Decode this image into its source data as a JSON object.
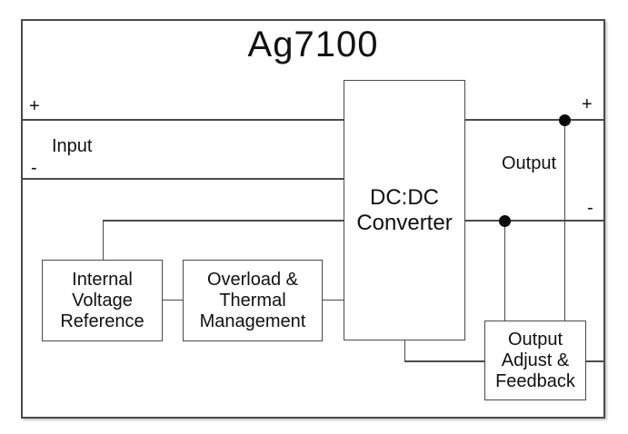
{
  "title": "Ag7100",
  "input": {
    "plus": "+",
    "minus": "-",
    "label": "Input"
  },
  "output": {
    "plus": "+",
    "minus": "-",
    "label": "Output"
  },
  "blocks": {
    "dcdc": {
      "lines": [
        "DC:DC",
        "Converter"
      ]
    },
    "ivr": {
      "lines": [
        "Internal",
        "Voltage",
        "Reference"
      ]
    },
    "otm": {
      "lines": [
        "Overload &",
        "Thermal",
        "Management"
      ]
    },
    "oaf": {
      "lines": [
        "Output",
        "Adjust &",
        "Feedback"
      ]
    }
  },
  "colors": {
    "wire": "#4a4a4a",
    "text": "#111111",
    "background": "#ffffff",
    "junction_dot": "#0a0a0a"
  }
}
